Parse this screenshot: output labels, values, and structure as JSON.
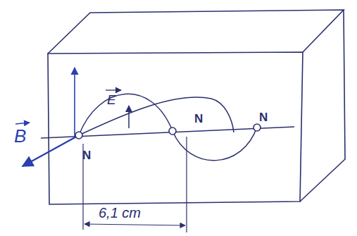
{
  "diagram": {
    "labels": [
      "E",
      "B",
      "N",
      "N",
      "N",
      "6,1 cm"
    ]
  }
}
